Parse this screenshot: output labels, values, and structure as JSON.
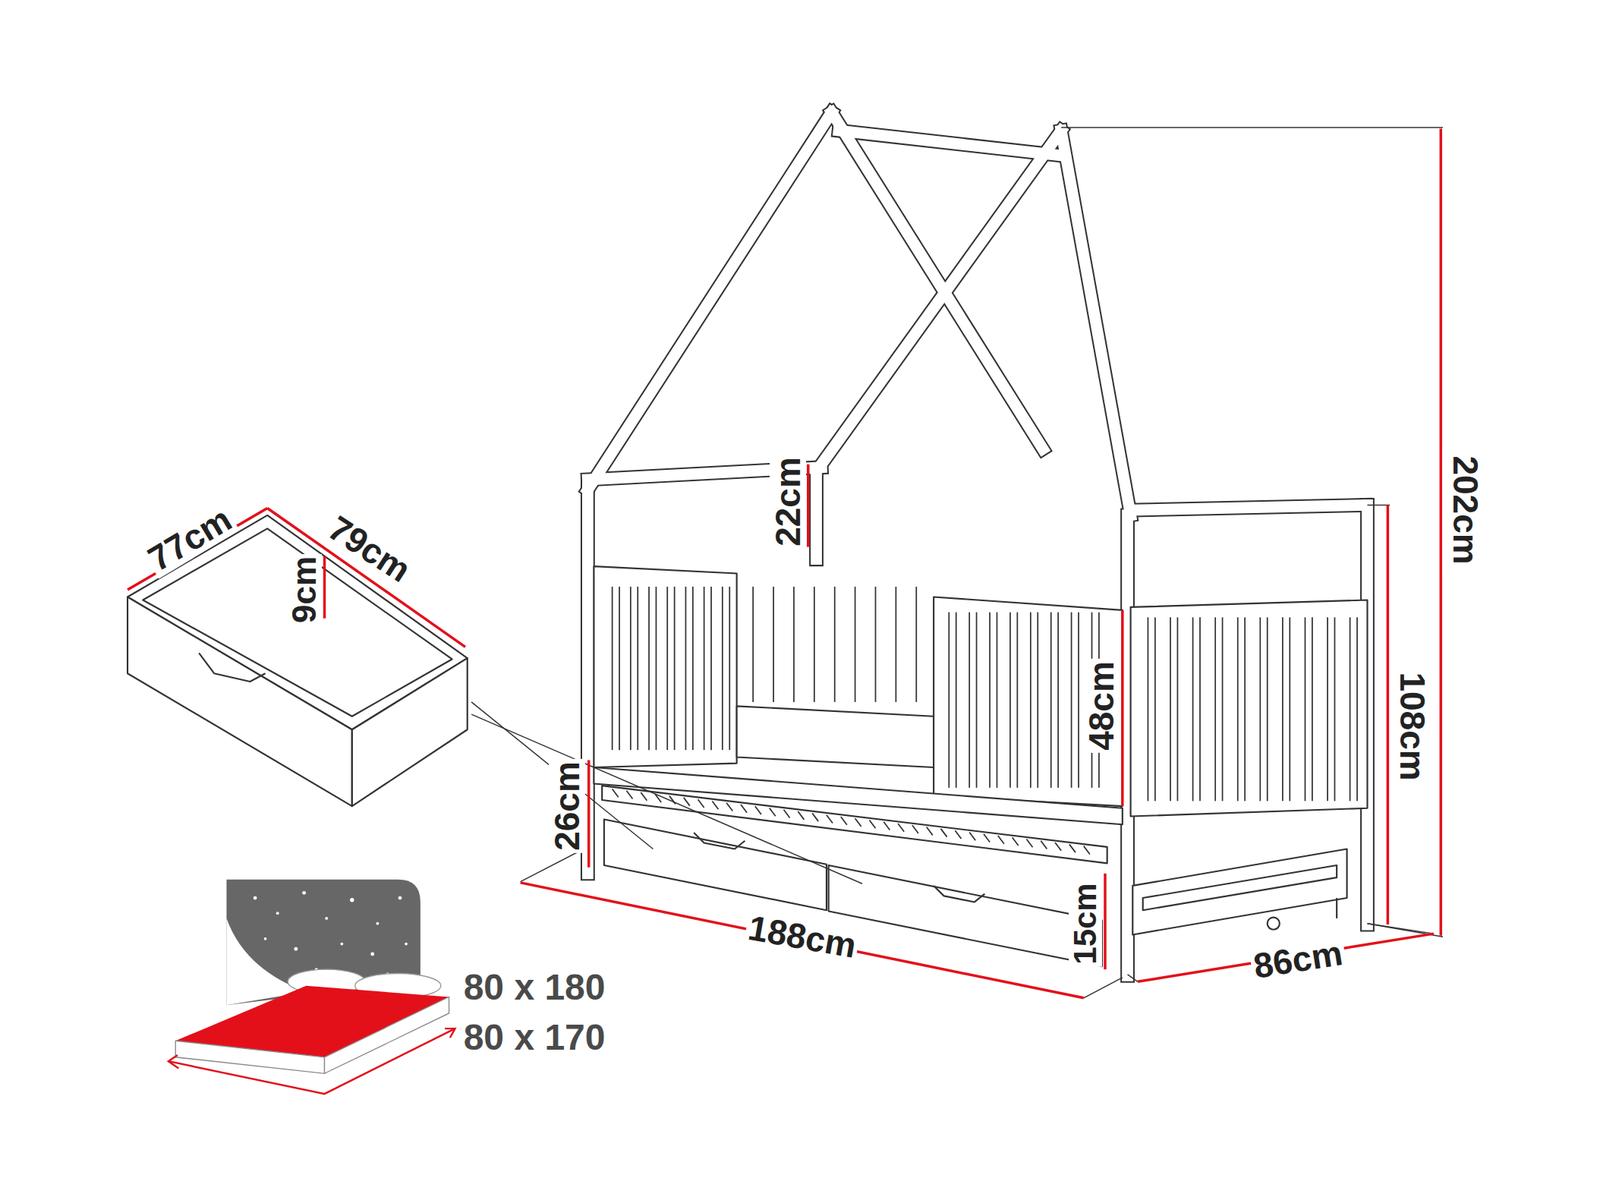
{
  "diagram": {
    "labels": [
      "77cm",
      "79cm",
      "9cm",
      "22cm",
      "202cm",
      "48cm",
      "108cm",
      "26cm",
      "188cm",
      "15cm",
      "86cm",
      "80 x 180",
      "80 x 170"
    ]
  }
}
